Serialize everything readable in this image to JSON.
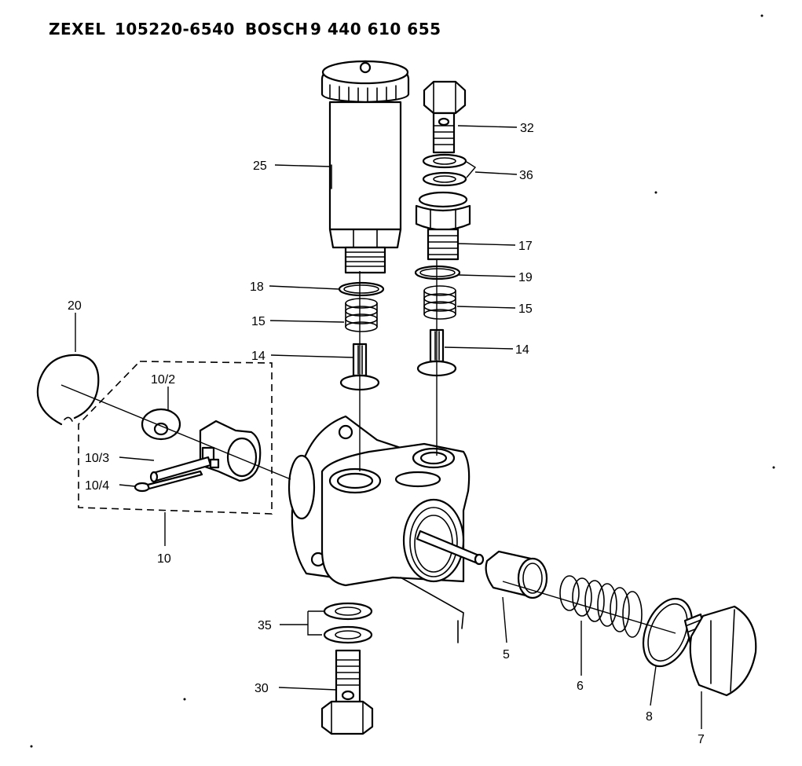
{
  "header": {
    "brand_a": "ZEXEL",
    "part_a": "105220-6540",
    "brand_b": "BOSCH",
    "part_b": "9 440 610 655"
  },
  "callouts": {
    "p32": "32",
    "p36": "36",
    "p25": "25",
    "p17": "17",
    "p18": "18",
    "p19": "19",
    "p15_left": "15",
    "p15_right": "15",
    "p14_left": "14",
    "p14_right": "14",
    "p20": "20",
    "p10_2": "10/2",
    "p10_3": "10/3",
    "p10_4": "10/4",
    "p10": "10",
    "p35": "35",
    "p30": "30",
    "p5": "5",
    "p6": "6",
    "p8": "8",
    "p7": "7"
  },
  "icons": {
    "drawing": "exploded-pump-diagram"
  }
}
